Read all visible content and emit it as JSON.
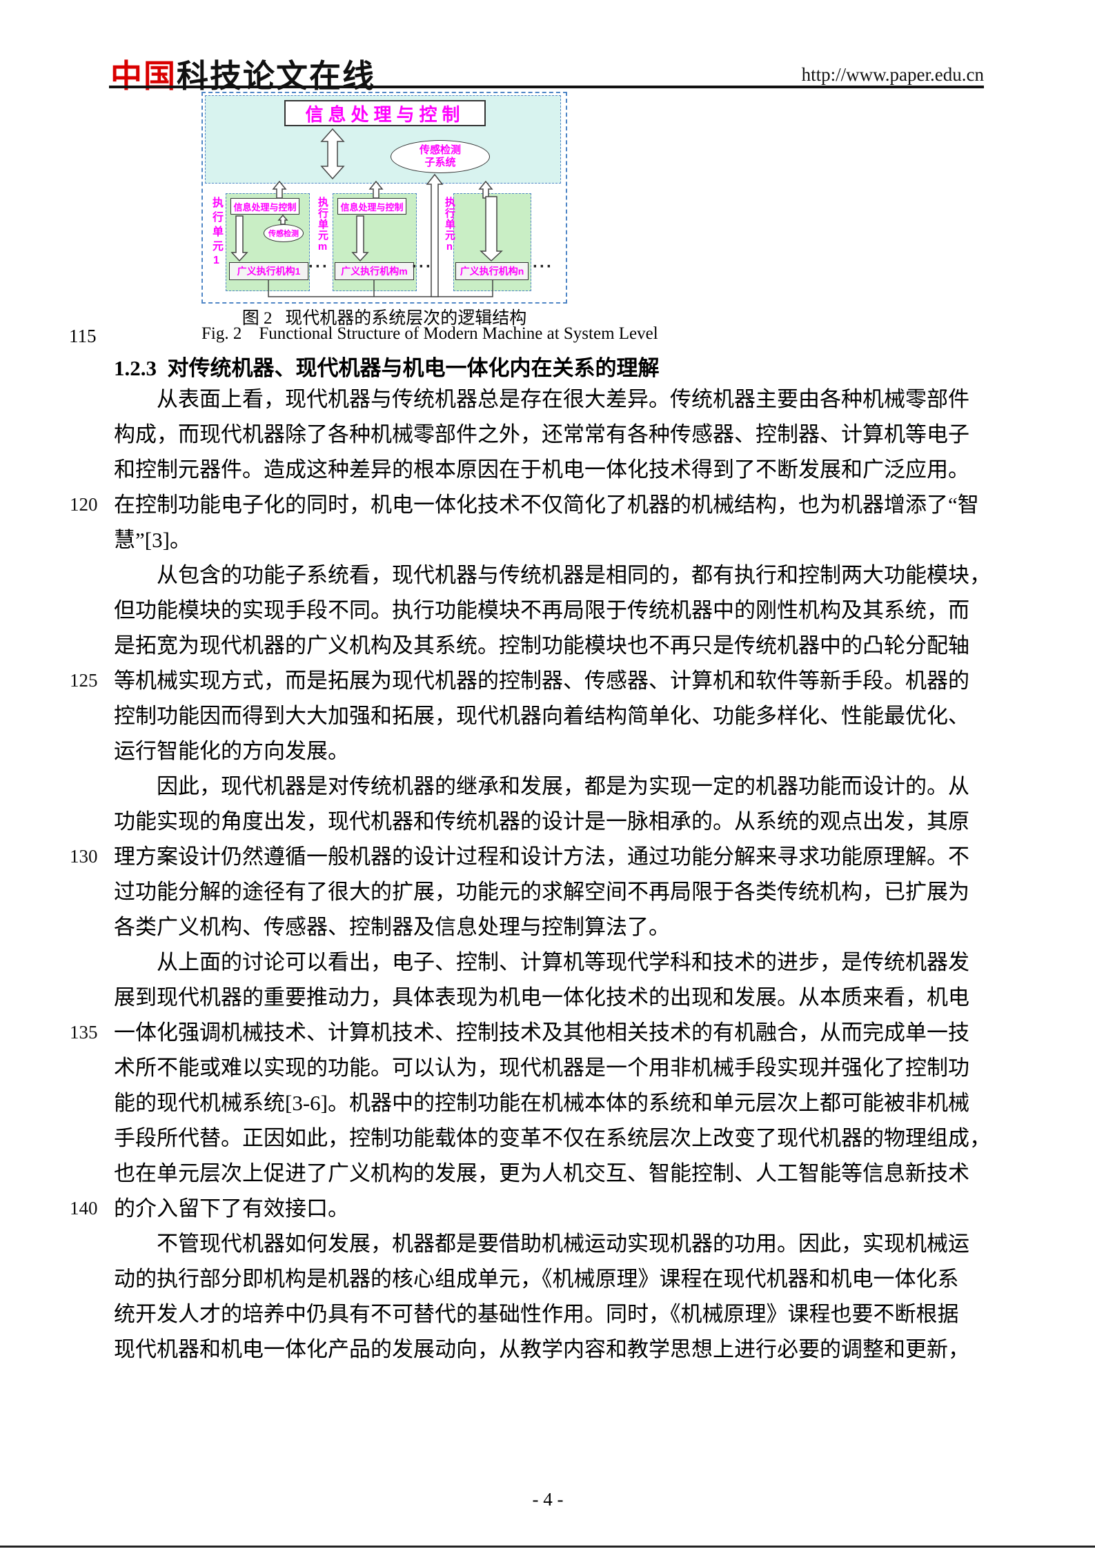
{
  "header": {
    "logo_cn": "中国",
    "logo_rest": "科技论文在线",
    "url": "http://www.paper.edu.cn"
  },
  "figure": {
    "caption_zh": "图 2   现代机器的系统层次的逻辑结构",
    "caption_en": "Fig. 2    Functional Structure of Modern Machine at System Level",
    "caption_line_number": "115",
    "diagram": {
      "system_control_box": "信息处理与控制",
      "sensor_subsystem_line1": "传感检测",
      "sensor_subsystem_line2": "子系统",
      "units": {
        "unit1": {
          "label": "执行单元1",
          "control_box": "信息处理与控制",
          "sensor": "传感检测",
          "actuator": "广义执行机构1"
        },
        "unit2": {
          "label": "执行单元m",
          "control_box": "信息处理与控制",
          "actuator": "广义执行机构m"
        },
        "unit3": {
          "label": "执行单元n",
          "actuator": "广义执行机构n"
        }
      },
      "ellipsis": "···",
      "colors": {
        "label_magenta": "#ff00ff",
        "system_layer_bg": "#d8f3ef",
        "unit_box_bg": "#c9eec5",
        "dashed_border_blue": "#4f86c6"
      }
    }
  },
  "section": {
    "heading": "1.2.3  对传统机器、现代机器与机电一体化内在关系的理解"
  },
  "body": {
    "lines": [
      {
        "text": "从表面上看，现代机器与传统机器总是存在很大差异。传统机器主要由各种机械零部件",
        "indent": true
      },
      {
        "text": "构成，而现代机器除了各种机械零部件之外，还常常有各种传感器、控制器、计算机等电子"
      },
      {
        "text": "和控制元器件。造成这种差异的根本原因在于机电一体化技术得到了不断发展和广泛应用。"
      },
      {
        "text": "在控制功能电子化的同时，机电一体化技术不仅简化了机器的机械结构，也为机器增添了“智",
        "num": "120"
      },
      {
        "text": "慧”[3]。"
      },
      {
        "text": "从包含的功能子系统看，现代机器与传统机器是相同的，都有执行和控制两大功能模块，",
        "indent": true
      },
      {
        "text": "但功能模块的实现手段不同。执行功能模块不再局限于传统机器中的刚性机构及其系统，而"
      },
      {
        "text": "是拓宽为现代机器的广义机构及其系统。控制功能模块也不再只是传统机器中的凸轮分配轴"
      },
      {
        "text": "等机械实现方式，而是拓展为现代机器的控制器、传感器、计算机和软件等新手段。机器的",
        "num": "125"
      },
      {
        "text": "控制功能因而得到大大加强和拓展，现代机器向着结构简单化、功能多样化、性能最优化、"
      },
      {
        "text": "运行智能化的方向发展。"
      },
      {
        "text": "因此，现代机器是对传统机器的继承和发展，都是为实现一定的机器功能而设计的。从",
        "indent": true
      },
      {
        "text": "功能实现的角度出发，现代机器和传统机器的设计是一脉相承的。从系统的观点出发，其原"
      },
      {
        "text": "理方案设计仍然遵循一般机器的设计过程和设计方法，通过功能分解来寻求功能原理解。不",
        "num": "130"
      },
      {
        "text": "过功能分解的途径有了很大的扩展，功能元的求解空间不再局限于各类传统机构，已扩展为"
      },
      {
        "text": "各类广义机构、传感器、控制器及信息处理与控制算法了。"
      },
      {
        "text": "从上面的讨论可以看出，电子、控制、计算机等现代学科和技术的进步，是传统机器发",
        "indent": true
      },
      {
        "text": "展到现代机器的重要推动力，具体表现为机电一体化技术的出现和发展。从本质来看，机电"
      },
      {
        "text": "一体化强调机械技术、计算机技术、控制技术及其他相关技术的有机融合，从而完成单一技",
        "num": "135"
      },
      {
        "text": "术所不能或难以实现的功能。可以认为，现代机器是一个用非机械手段实现并强化了控制功"
      },
      {
        "text": "能的现代机械系统[3-6]。机器中的控制功能在机械本体的系统和单元层次上都可能被非机械"
      },
      {
        "text": "手段所代替。正因如此，控制功能载体的变革不仅在系统层次上改变了现代机器的物理组成，"
      },
      {
        "text": "也在单元层次上促进了广义机构的发展，更为人机交互、智能控制、人工智能等信息新技术"
      },
      {
        "text": "的介入留下了有效接口。",
        "num": "140"
      },
      {
        "text": "不管现代机器如何发展，机器都是要借助机械运动实现机器的功用。因此，实现机械运",
        "indent": true
      },
      {
        "text": "动的执行部分即机构是机器的核心组成单元，《机械原理》课程在现代机器和机电一体化系"
      },
      {
        "text": "统开发人才的培养中仍具有不可替代的基础性作用。同时，《机械原理》课程也要不断根据"
      },
      {
        "text": "现代机器和机电一体化产品的发展动向，从教学内容和教学思想上进行必要的调整和更新，"
      }
    ]
  },
  "footer": {
    "page_number": "- 4 -"
  }
}
